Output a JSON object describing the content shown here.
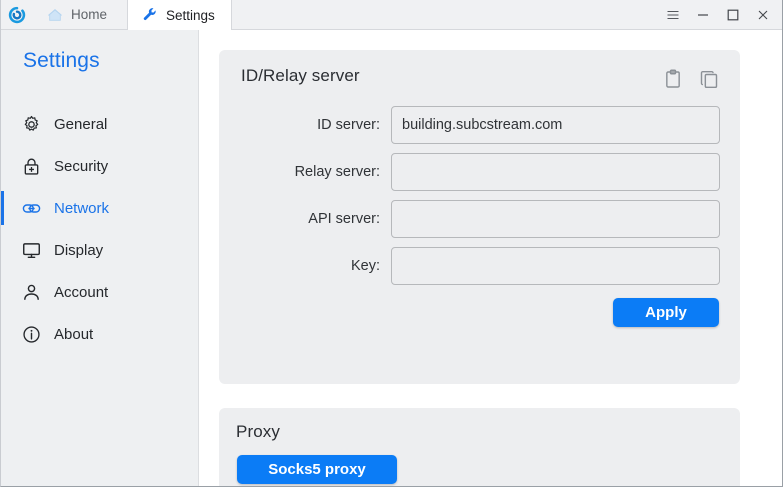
{
  "window": {
    "logo_icon": "app-logo-icon",
    "tabs": [
      {
        "label": "Home",
        "icon": "home-icon",
        "active": false
      },
      {
        "label": "Settings",
        "icon": "wrench-icon",
        "active": true
      }
    ],
    "controls": [
      {
        "name": "menu-button",
        "icon": "hamburger-icon"
      },
      {
        "name": "minimize-button",
        "icon": "minimize-icon"
      },
      {
        "name": "maximize-button",
        "icon": "maximize-icon"
      },
      {
        "name": "close-button",
        "icon": "close-icon"
      }
    ]
  },
  "sidebar": {
    "title": "Settings",
    "active_color": "#1a73e8",
    "items": [
      {
        "label": "General",
        "icon": "gear-icon"
      },
      {
        "label": "Security",
        "icon": "lock-icon"
      },
      {
        "label": "Network",
        "icon": "link-icon"
      },
      {
        "label": "Display",
        "icon": "monitor-icon"
      },
      {
        "label": "Account",
        "icon": "person-icon"
      },
      {
        "label": "About",
        "icon": "info-icon"
      }
    ],
    "active_index": 2
  },
  "main": {
    "id_relay_card": {
      "title": "ID/Relay server",
      "actions": [
        {
          "name": "paste-button",
          "icon": "clipboard-icon"
        },
        {
          "name": "copy-button",
          "icon": "copy-icon"
        }
      ],
      "fields": [
        {
          "label": "ID server:",
          "value": "building.subcstream.com",
          "placeholder": ""
        },
        {
          "label": "Relay server:",
          "value": "",
          "placeholder": ""
        },
        {
          "label": "API server:",
          "value": "",
          "placeholder": ""
        },
        {
          "label": "Key:",
          "value": "",
          "placeholder": ""
        }
      ],
      "apply_label": "Apply"
    },
    "proxy_card": {
      "title": "Proxy",
      "socks5_label": "Socks5 proxy"
    }
  },
  "colors": {
    "accent": "#0b7cf6",
    "link": "#1a73e8",
    "card_bg": "#edeef0",
    "sidebar_bg": "#eef0f2"
  }
}
